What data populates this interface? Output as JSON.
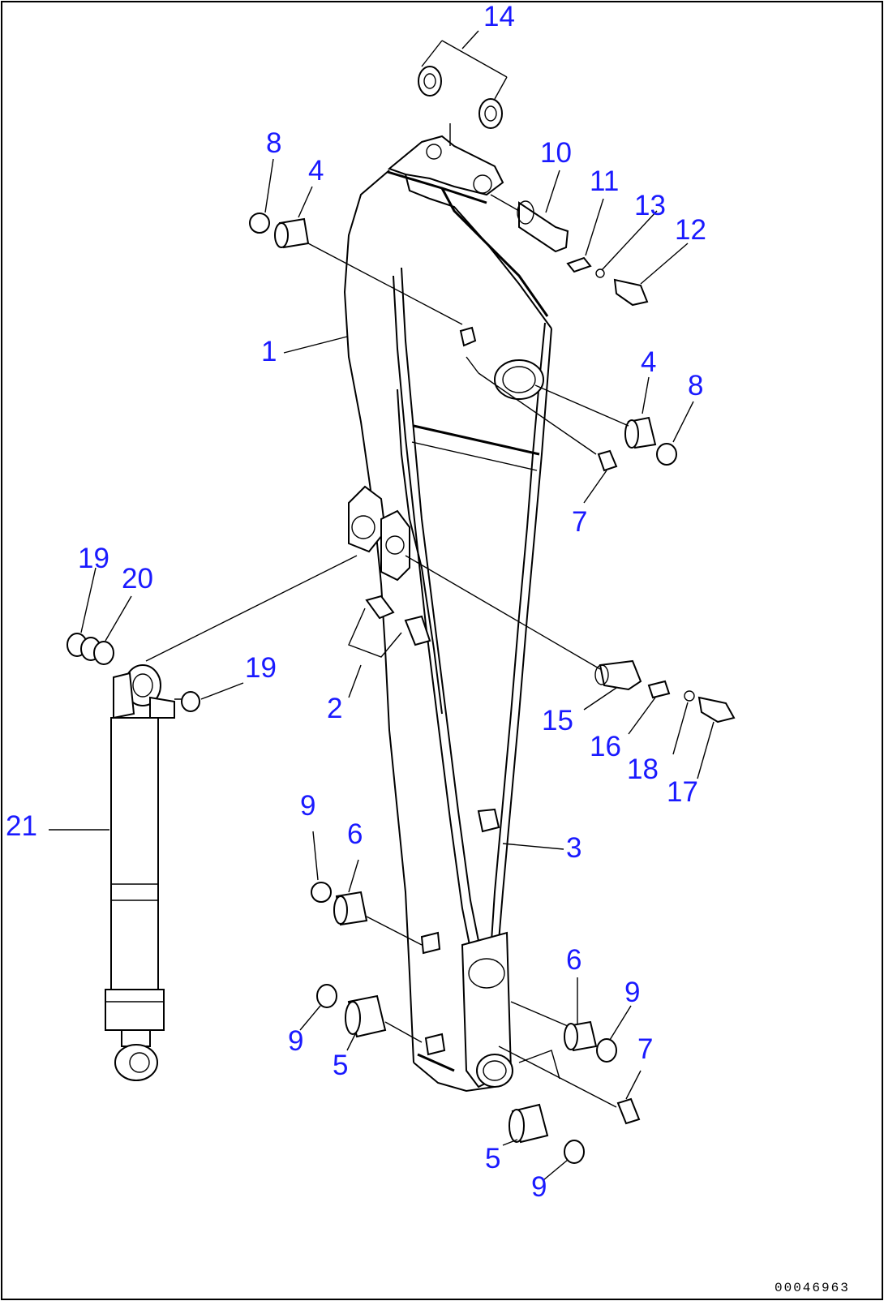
{
  "figure": {
    "drawing_id": "00046963"
  },
  "callouts": [
    {
      "id": "c14",
      "text": "14"
    },
    {
      "id": "c8a",
      "text": "8"
    },
    {
      "id": "c4a",
      "text": "4"
    },
    {
      "id": "c10",
      "text": "10"
    },
    {
      "id": "c11",
      "text": "11"
    },
    {
      "id": "c13",
      "text": "13"
    },
    {
      "id": "c12",
      "text": "12"
    },
    {
      "id": "c1",
      "text": "1"
    },
    {
      "id": "c4b",
      "text": "4"
    },
    {
      "id": "c8b",
      "text": "8"
    },
    {
      "id": "c7a",
      "text": "7"
    },
    {
      "id": "c19a",
      "text": "19"
    },
    {
      "id": "c20",
      "text": "20"
    },
    {
      "id": "c19b",
      "text": "19"
    },
    {
      "id": "c2",
      "text": "2"
    },
    {
      "id": "c15",
      "text": "15"
    },
    {
      "id": "c16",
      "text": "16"
    },
    {
      "id": "c18",
      "text": "18"
    },
    {
      "id": "c17",
      "text": "17"
    },
    {
      "id": "c21",
      "text": "21"
    },
    {
      "id": "c9a",
      "text": "9"
    },
    {
      "id": "c6a",
      "text": "6"
    },
    {
      "id": "c3",
      "text": "3"
    },
    {
      "id": "c6b",
      "text": "6"
    },
    {
      "id": "c9b",
      "text": "9"
    },
    {
      "id": "c9c",
      "text": "9"
    },
    {
      "id": "c5a",
      "text": "5"
    },
    {
      "id": "c7b",
      "text": "7"
    },
    {
      "id": "c5b",
      "text": "5"
    },
    {
      "id": "c9d",
      "text": "9"
    }
  ]
}
